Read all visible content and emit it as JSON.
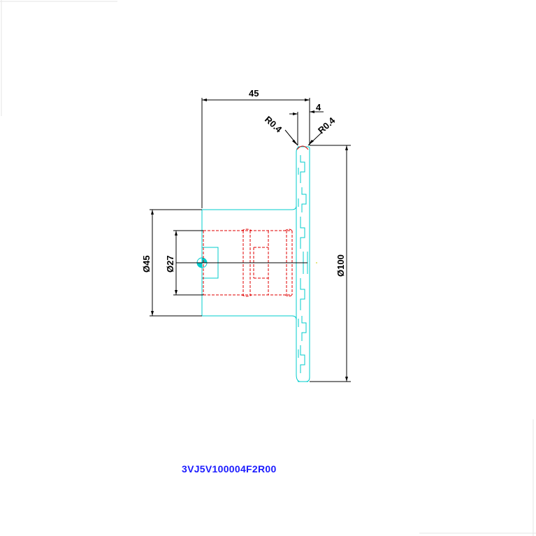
{
  "drawing": {
    "dimensions": {
      "width_total": "45",
      "flange_thickness": "4",
      "radius_left": "R0.4",
      "radius_right": "R0.4",
      "outer_diameter": "Ø100",
      "hub_diameter": "Ø45",
      "bore_diameter": "Ø27"
    },
    "part_code": "3VJ5V100004F2R00",
    "colors": {
      "outline": "#00cccc",
      "hidden": "#e00000",
      "dimension": "#000000",
      "code_text": "#1a1aff"
    }
  }
}
